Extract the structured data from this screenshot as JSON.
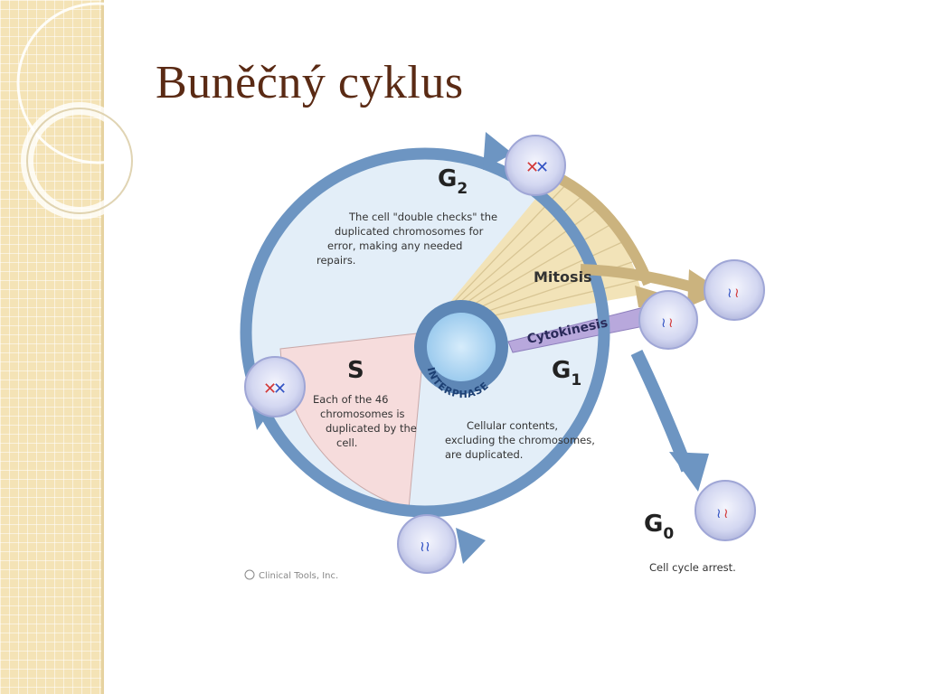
{
  "slide": {
    "title": "Buněčný cyklus"
  },
  "diagram": {
    "g2": {
      "label": "G",
      "subscript": "2",
      "description": [
        "The cell \"double checks\" the",
        "duplicated chromosomes for",
        "error, making any needed",
        "repairs."
      ]
    },
    "s": {
      "label": "S",
      "description": [
        "Each of the 46",
        "chromosomes is",
        "duplicated by the",
        "cell."
      ]
    },
    "g1": {
      "label": "G",
      "subscript": "1",
      "description": [
        "Cellular contents,",
        "excluding the chromosomes,",
        "are duplicated."
      ]
    },
    "g0": {
      "label": "G",
      "subscript": "0",
      "description": "Cell cycle arrest."
    },
    "mitosis_label": "Mitosis",
    "cytokinesis_label": "Cytokinesis",
    "interphase_label": "INTERPHASE",
    "credit": "Clinical Tools, Inc.",
    "colors": {
      "ring": "#6d95c2",
      "g_sector": "#e3eef8",
      "s_sector": "#f6dcdc",
      "mitosis_band": "#f2e3b8",
      "mitosis_arrow": "#cbb37e",
      "cytokinesis_band": "#b8a8dc",
      "cell_fill": "#d9dcf3",
      "title": "#5a2a14"
    }
  }
}
